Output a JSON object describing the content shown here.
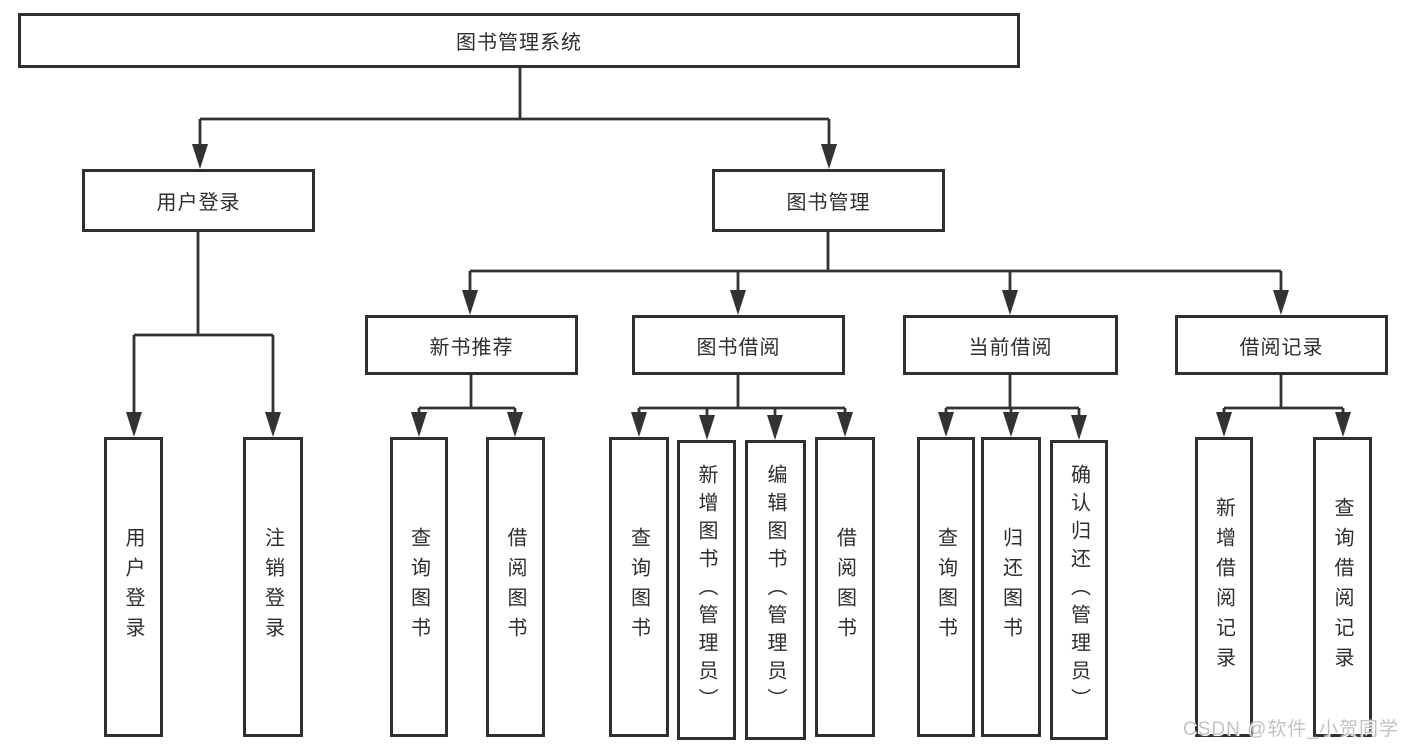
{
  "diagram": {
    "root": {
      "label": "图书管理系统"
    },
    "branches": [
      {
        "label": "用户登录",
        "children": [
          {
            "label": "用户登录"
          },
          {
            "label": "注销登录"
          }
        ]
      },
      {
        "label": "图书管理",
        "children": [
          {
            "label": "新书推荐",
            "children": [
              {
                "label": "查询图书"
              },
              {
                "label": "借阅图书"
              }
            ]
          },
          {
            "label": "图书借阅",
            "children": [
              {
                "label": "查询图书"
              },
              {
                "label": "新增图书（管理员）"
              },
              {
                "label": "编辑图书（管理员）"
              },
              {
                "label": "借阅图书"
              }
            ]
          },
          {
            "label": "当前借阅",
            "children": [
              {
                "label": "查询图书"
              },
              {
                "label": "归还图书"
              },
              {
                "label": "确认归还（管理员）"
              }
            ]
          },
          {
            "label": "借阅记录",
            "children": [
              {
                "label": "新增借阅记录"
              },
              {
                "label": "查询借阅记录"
              }
            ]
          }
        ]
      }
    ],
    "watermark": "CSDN @软件_小贺同学",
    "colors": {
      "line": "#333333",
      "box_border": "#2f2f2f",
      "text": "#2e2e2e",
      "watermark": "#c3c3c3"
    }
  }
}
